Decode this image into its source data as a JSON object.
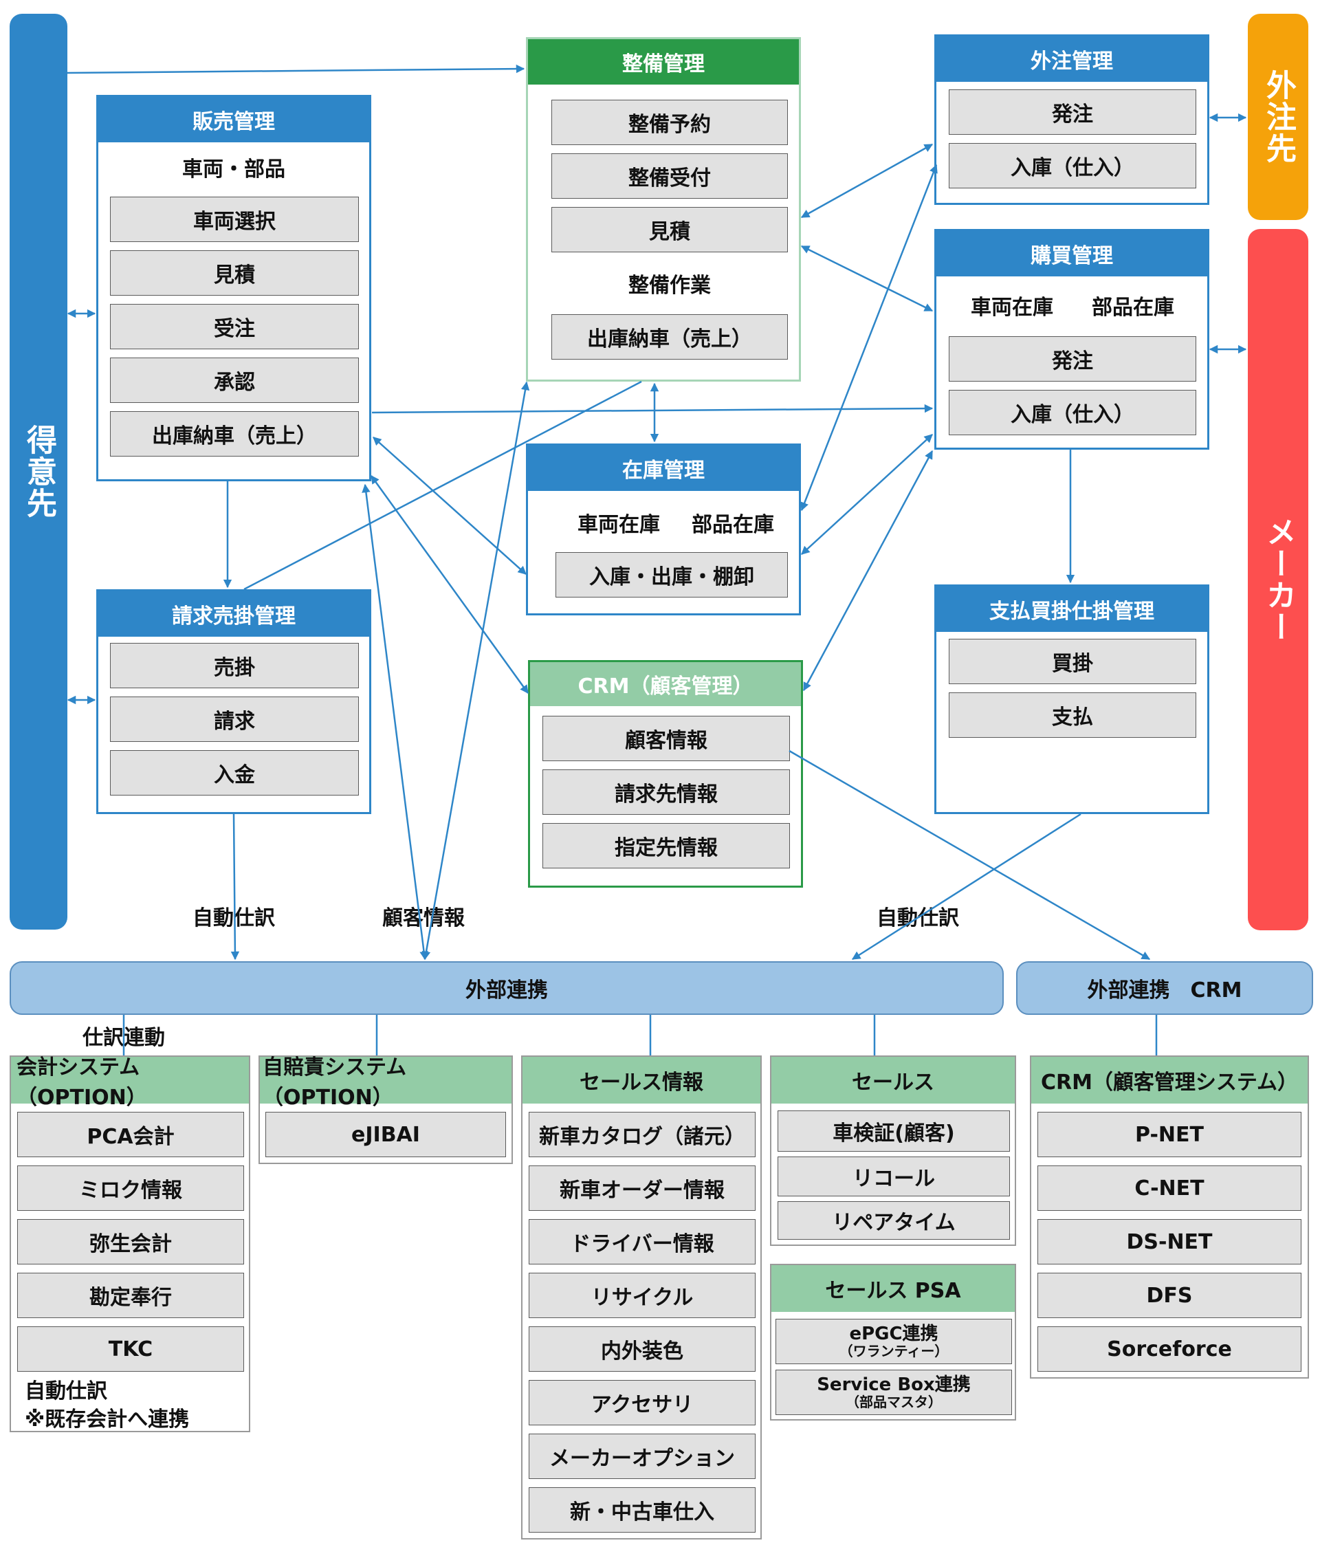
{
  "sidebars": {
    "customer": "得意先",
    "subcontractor": "外注先",
    "maker": "メーカー"
  },
  "sales": {
    "title": "販売管理",
    "subtitle": "車両・部品",
    "items": [
      "車両選択",
      "見積",
      "受注",
      "承認",
      "出庫納車（売上）"
    ]
  },
  "maintenance": {
    "title": "整備管理",
    "items": [
      "整備予約",
      "整備受付",
      "見積"
    ],
    "work_label": "整備作業",
    "last_item": "出庫納車（売上）"
  },
  "outsourcing": {
    "title": "外注管理",
    "items": [
      "発注",
      "入庫（仕入）"
    ]
  },
  "purchasing": {
    "title": "購買管理",
    "stock_labels": [
      "車両在庫",
      "部品在庫"
    ],
    "items": [
      "発注",
      "入庫（仕入）"
    ]
  },
  "inventory": {
    "title": "在庫管理",
    "stock_labels": [
      "車両在庫",
      "部品在庫"
    ],
    "item": "入庫・出庫・棚卸"
  },
  "billing": {
    "title": "請求売掛管理",
    "items": [
      "売掛",
      "請求",
      "入金"
    ]
  },
  "crm": {
    "title": "CRM（顧客管理）",
    "items": [
      "顧客情報",
      "請求先情報",
      "指定先情報"
    ]
  },
  "payment": {
    "title": "支払買掛仕掛管理",
    "items": [
      "買掛",
      "支払"
    ]
  },
  "flow_labels": {
    "auto_journal_left": "自動仕訳",
    "customer_info": "顧客情報",
    "auto_journal_right": "自動仕訳",
    "journal_link": "仕訳連動"
  },
  "external": {
    "main": "外部連携",
    "crm": "外部連携　CRM"
  },
  "accounting": {
    "title": "会計システム（OPTION）",
    "items": [
      "PCA会計",
      "ミロク情報",
      "弥生会計",
      "勘定奉行",
      "TKC"
    ],
    "note1": "自動仕訳",
    "note2": "※既存会計へ連携"
  },
  "insurance": {
    "title": "自賠責システム（OPTION）",
    "items": [
      "eJIBAI"
    ]
  },
  "sales_info": {
    "title": "セールス情報",
    "items": [
      "新車カタログ（諸元）",
      "新車オーダー情報",
      "ドライバー情報",
      "リサイクル",
      "内外装色",
      "アクセサリ",
      "メーカーオプション",
      "新・中古車仕入"
    ]
  },
  "sales_sys": {
    "title": "セールス",
    "items": [
      "車検証(顧客)",
      "リコール",
      "リペアタイム"
    ]
  },
  "sales_psa": {
    "title": "セールス PSA",
    "items": [
      {
        "main": "ePGC連携",
        "sub": "（ワランティー）"
      },
      {
        "main": "Service Box連携",
        "sub": "（部品マスタ）"
      }
    ]
  },
  "crm_sys": {
    "title": "CRM（顧客管理システム）",
    "items": [
      "P-NET",
      "C-NET",
      "DS-NET",
      "DFS",
      "Sorceforce"
    ]
  },
  "colors": {
    "blue": "#2e86c8",
    "green": "#2a9a48",
    "mint": "#93cca6",
    "orange": "#f5a20a",
    "red": "#fd4f4f",
    "bar": "#9cc3e5",
    "item_bg": "#e1e1e1"
  }
}
